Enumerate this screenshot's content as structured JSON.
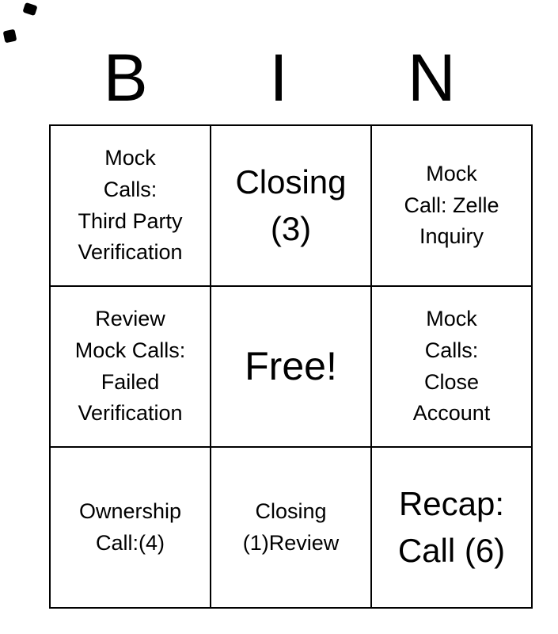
{
  "header": {
    "letters": [
      "B",
      "I",
      "N"
    ]
  },
  "grid": {
    "cells": [
      {
        "label": "Mock\nCalls:\nThird Party\nVerification"
      },
      {
        "label": "Closing\n(3)"
      },
      {
        "label": "Mock\nCall: Zelle\nInquiry"
      },
      {
        "label": "Review\nMock Calls:\nFailed\nVerification"
      },
      {
        "label": "Free!"
      },
      {
        "label": "Mock\nCalls:\nClose\nAccount"
      },
      {
        "label": "Ownership\nCall:(4)"
      },
      {
        "label": "Closing\n(1)Review"
      },
      {
        "label": "Recap:\nCall (6)"
      }
    ]
  },
  "colors": {
    "text": "#000000",
    "background": "#ffffff",
    "border": "#000000"
  }
}
